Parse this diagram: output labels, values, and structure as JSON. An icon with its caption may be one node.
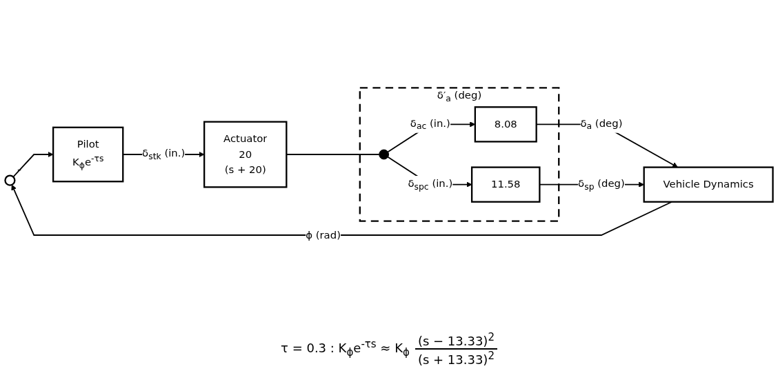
{
  "diagram": {
    "nodes": [
      {
        "text": [],
        "shape": "circle",
        "beside": [
          "-"
        ]
      },
      {
        "text": [
          "Pilot",
          "K$_{ϕ}$e$^{-τs}$"
        ]
      },
      {
        "text": [
          "Actuator",
          "20",
          "(s + 20)"
        ]
      },
      {
        "text": [
          "δ′$_{a}$ (deg)"
        ]
      },
      {
        "text": [],
        "shape": "circle",
        "in": 3
      },
      {
        "text": [
          "8.08"
        ],
        "in": 3
      },
      {
        "text": [
          "11.58"
        ],
        "in": 3
      },
      {
        "text": [
          "Vehicle Dynamics"
        ]
      }
    ],
    "edges": [
      {
        "from": 0,
        "to": 1,
        "arrow": "to"
      },
      {
        "from": 1,
        "to": 2,
        "arrow": "to",
        "label": "δ$_{stk}$ (in.)"
      },
      {
        "from": 2,
        "to": 4,
        "arrow": "none"
      },
      {
        "from": 4,
        "to": 5,
        "arrow": "to",
        "label": "δ$_{ac}$ (in.)"
      },
      {
        "from": 4,
        "to": 6,
        "arrow": "to",
        "label": "δ$_{spc}$ (in.)"
      },
      {
        "from": 5,
        "to": 7,
        "arrow": "to",
        "label": "δ$_{a}$ (deg)"
      },
      {
        "from": 6,
        "to": 7,
        "arrow": "to",
        "label": "δ$_{sp}$ (deg)"
      },
      {
        "from": 7,
        "to": 0,
        "arrow": "to",
        "label": "ϕ (rad)"
      }
    ],
    "labels": [
      "τ = 0.3 : K$_{ϕ}$e$^{-τs}$ ≈ K$_{ϕ}$",
      "(s − 13.33)$^{2}$",
      "(s + 13.33)$^{2}$"
    ]
  }
}
